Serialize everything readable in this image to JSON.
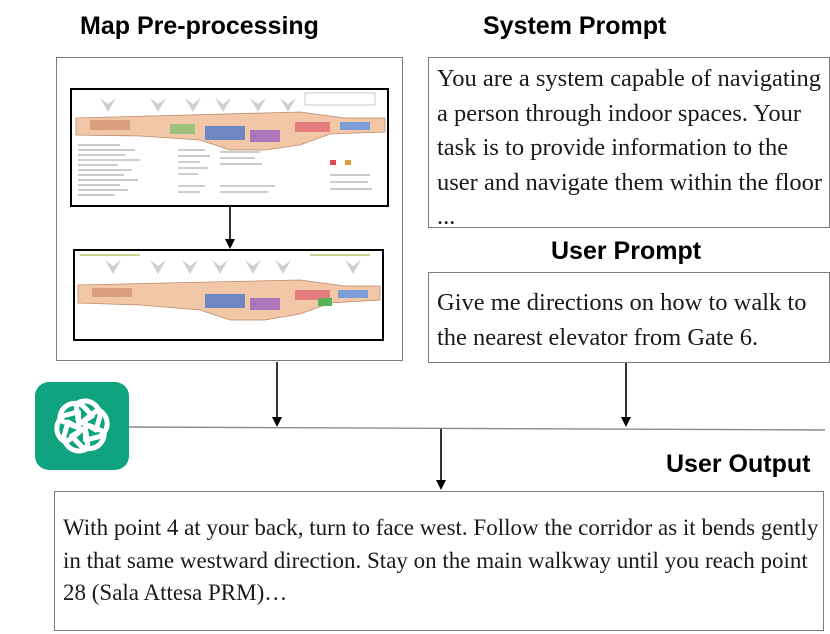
{
  "headings": {
    "map": "Map Pre-processing",
    "system": "System Prompt",
    "user_prompt": "User Prompt",
    "user_output": "User Output"
  },
  "system_prompt": {
    "text": "You are a system capable of navigating a person through indoor spaces. Your task is to provide information to the user and navigate them within the floor ..."
  },
  "user_prompt": {
    "text": "Give me directions on how to walk to the nearest elevator from Gate 6."
  },
  "user_output": {
    "text": "With point 4 at your back, turn to face west. Follow the corridor as it bends gently in that same westward direction. Stay on the main walkway until you reach point 28 (Sala Attesa PRM)…"
  },
  "logo": {
    "icon": "openai-logo-icon",
    "color": "#10a37f"
  },
  "colors": {
    "border": "#7a7a7a",
    "arrow": "#000000"
  }
}
